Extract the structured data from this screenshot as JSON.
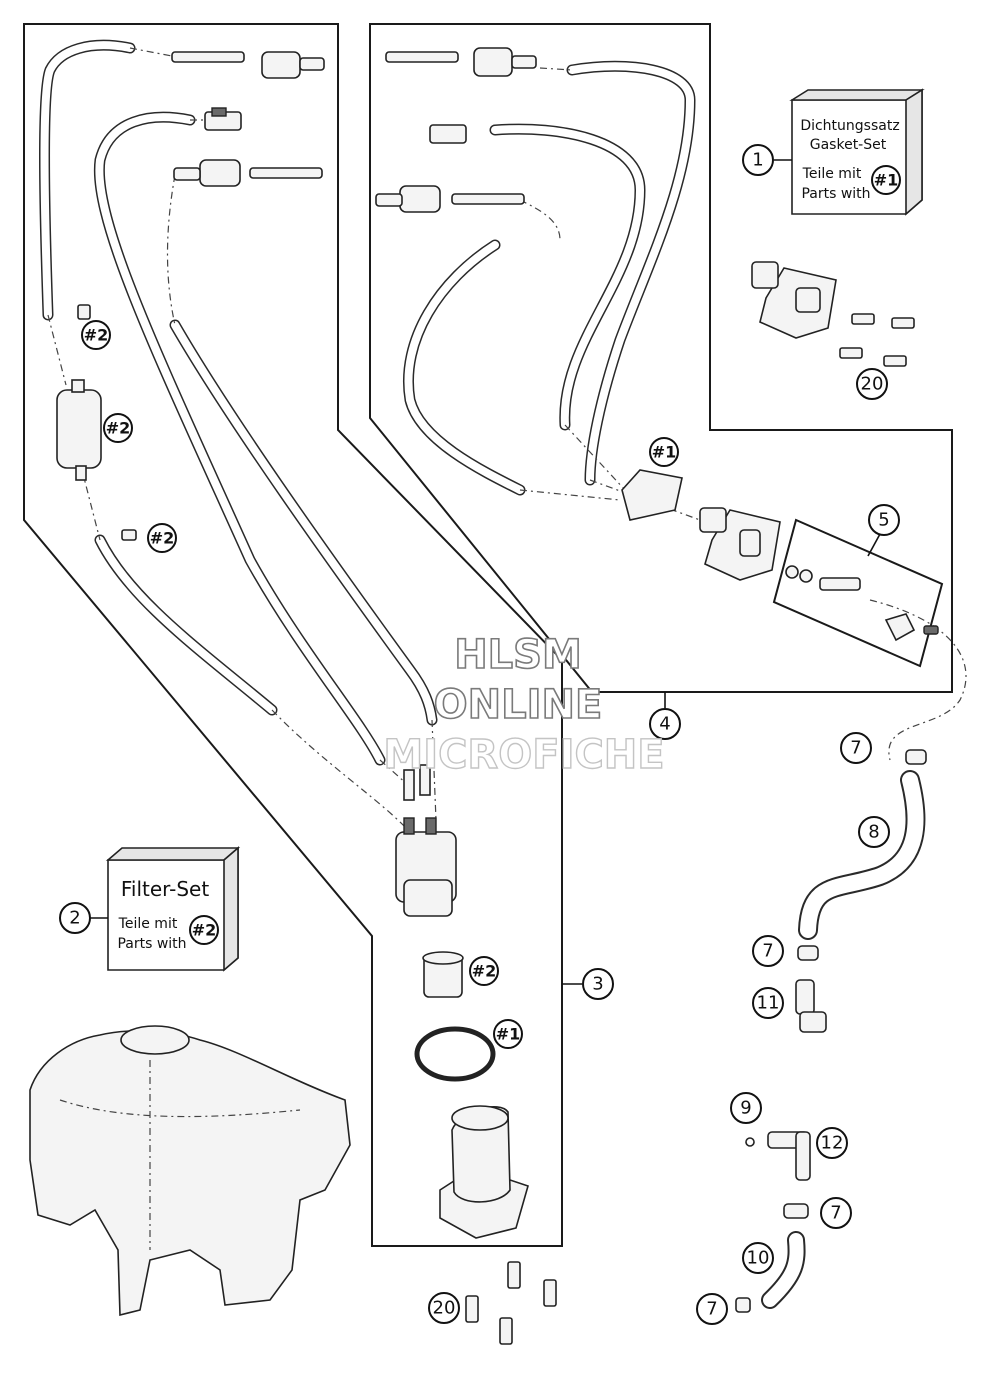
{
  "diagram": {
    "callouts": [
      {
        "id": "c1",
        "label": "1"
      },
      {
        "id": "c2",
        "label": "2"
      },
      {
        "id": "c3",
        "label": "3"
      },
      {
        "id": "c4",
        "label": "4"
      },
      {
        "id": "c5",
        "label": "5"
      },
      {
        "id": "c7a",
        "label": "7"
      },
      {
        "id": "c7b",
        "label": "7"
      },
      {
        "id": "c7c",
        "label": "7"
      },
      {
        "id": "c7d",
        "label": "7"
      },
      {
        "id": "c8",
        "label": "8"
      },
      {
        "id": "c9",
        "label": "9"
      },
      {
        "id": "c10",
        "label": "10"
      },
      {
        "id": "c11",
        "label": "11"
      },
      {
        "id": "c12",
        "label": "12"
      },
      {
        "id": "c20a",
        "label": "20"
      },
      {
        "id": "c20b",
        "label": "20"
      }
    ],
    "set_tags": [
      {
        "id": "t2a",
        "label": "#2"
      },
      {
        "id": "t2b",
        "label": "#2"
      },
      {
        "id": "t2c",
        "label": "#2"
      },
      {
        "id": "t2d",
        "label": "#2"
      },
      {
        "id": "t1a",
        "label": "#1"
      },
      {
        "id": "t1b",
        "label": "#1"
      }
    ],
    "gasket_set": {
      "line1": "Dichtungssatz",
      "line2": "Gasket-Set",
      "line3": "Teile mit",
      "line4": "Parts with",
      "tag": "#1"
    },
    "filter_set": {
      "title": "Filter-Set",
      "line1": "Teile mit",
      "line2": "Parts with",
      "tag": "#2"
    }
  },
  "watermark": {
    "line1": "HLSM",
    "line2": "ONLINE",
    "line3": "MICROFICHE"
  }
}
